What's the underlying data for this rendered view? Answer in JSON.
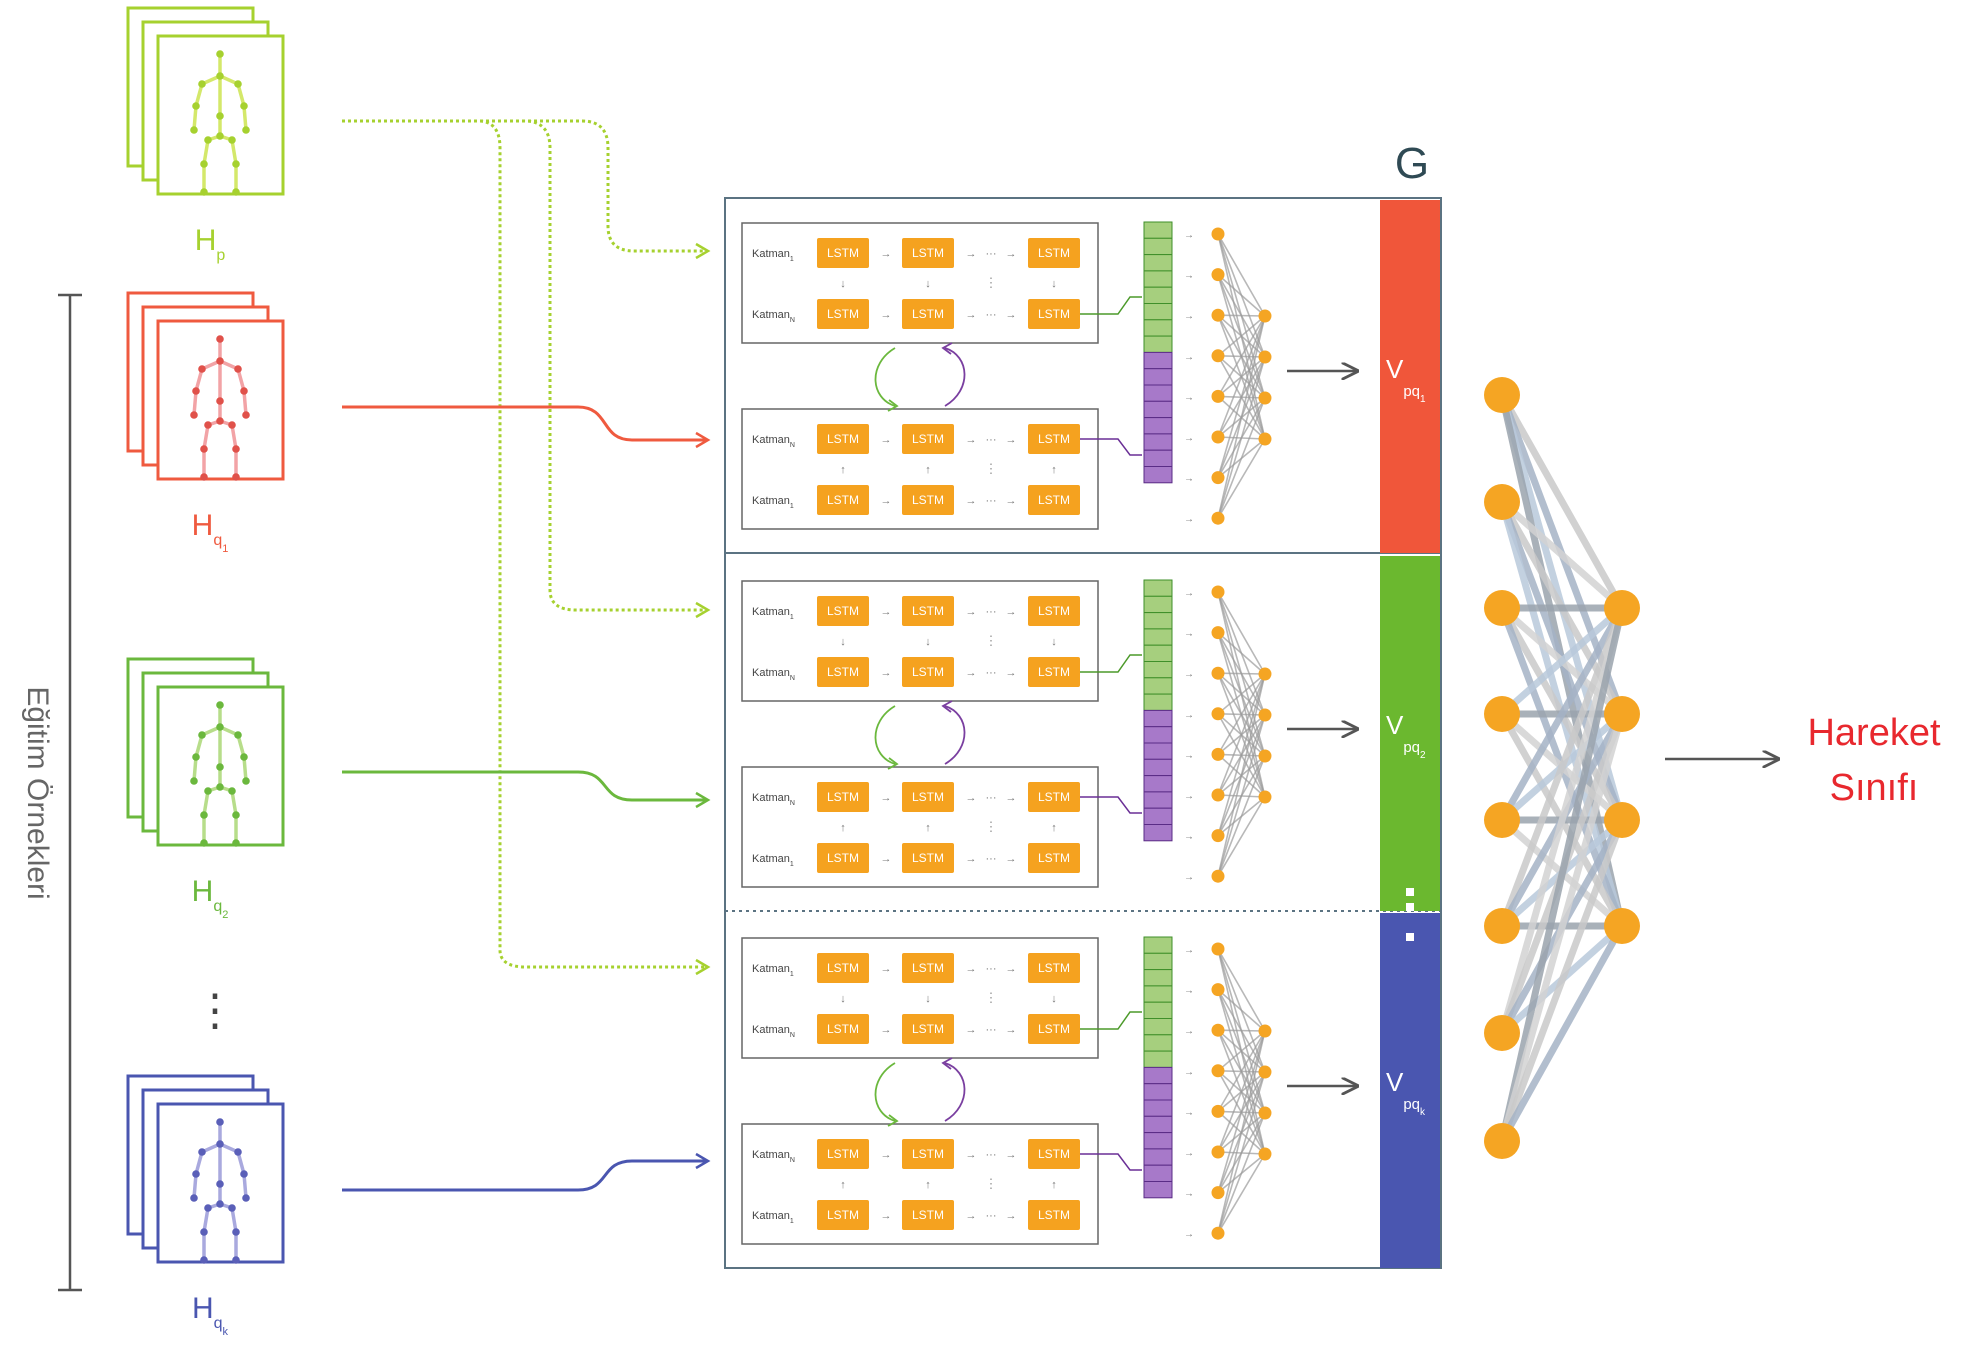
{
  "side_label": "Eğitim Örnekleri",
  "inputs": [
    {
      "label": "H",
      "sub": "p",
      "subsub": "",
      "color": "#a6d12f",
      "joint": "#a6d12f",
      "bone": "#d4e86a"
    },
    {
      "label": "H",
      "sub": "q",
      "subsub": "1",
      "color": "#ef5a3f",
      "joint": "#e0514a",
      "bone": "#f2a3a6"
    },
    {
      "label": "H",
      "sub": "q",
      "subsub": "2",
      "color": "#6bb83d",
      "joint": "#6bb83d",
      "bone": "#b7dd8a"
    },
    {
      "label": "H",
      "sub": "q",
      "subsub": "k",
      "color": "#4a56b0",
      "joint": "#5a5fb8",
      "bone": "#a9a9de"
    }
  ],
  "vertical_dots": "⋮",
  "g_label": "G",
  "block": {
    "lstm_label": "LSTM",
    "katman_base": "Katman",
    "sub_first": "1",
    "sub_last": "N",
    "ellipsis": "···"
  },
  "outputs": [
    {
      "v": "V",
      "sub": "pq",
      "subsub": "1",
      "color": "#f0563a"
    },
    {
      "v": "V",
      "sub": "pq",
      "subsub": "2",
      "color": "#6bb82f"
    },
    {
      "v": "V",
      "sub": "pq",
      "subsub": "k",
      "color": "#4a56b0"
    }
  ],
  "result": {
    "line1": "Hareket",
    "line2": "Sınıfı",
    "color": "#e8282e"
  },
  "colors": {
    "lstm": "#f5a21f",
    "vec_green": "#a6cf7e",
    "vec_purple": "#a779c9",
    "node": "#f5a523",
    "frame": "#5b7382",
    "arrow": "#555555"
  }
}
